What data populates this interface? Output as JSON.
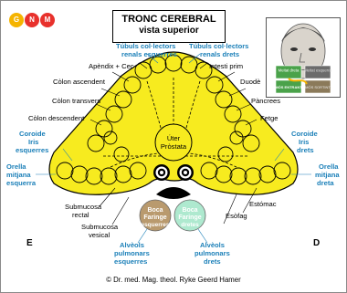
{
  "logo": {
    "letters": [
      "G",
      "N",
      "M"
    ],
    "colors": [
      "#f5b400",
      "#e8312c",
      "#e8312c"
    ]
  },
  "title": {
    "line1": "TRONC CEREBRAL",
    "line2": "vista superior"
  },
  "inset": {
    "labels": {
      "top_left": "Meitat dreta",
      "top_right": "Meitat esquerra",
      "bottom_left": "MÓS ENTRANT",
      "bottom_right": "MÓS SORTINT"
    }
  },
  "colors": {
    "organ_fill": "#f7eb1f",
    "outline": "#000000",
    "blue_label": "#1a7fb8",
    "boca_esquerres": "#b99a6e",
    "boca_dretes": "#aee9cf"
  },
  "labels": {
    "tubuls_left": [
      "Túbuls col·lectors",
      "renals esquerres"
    ],
    "tubuls_right": [
      "Túbuls col·lectors",
      "renals drets"
    ],
    "apendix": "Apèndix + Cec",
    "intesti": "Intesti prim",
    "colon_asc": "Còlon ascendent",
    "duode": "Duodè",
    "colon_trans": "Còlon transvers",
    "pancrees": "Pàncrees",
    "colon_desc": "Còlon descendent",
    "fetge": "Fetge",
    "coroide_left": [
      "Coroide",
      "Iris",
      "esquerres"
    ],
    "coroide_right": [
      "Coroide",
      "Iris",
      "drets"
    ],
    "orella_left": [
      "Orella",
      "mitjana",
      "esquerra"
    ],
    "orella_right": [
      "Orella",
      "mitjana",
      "dreta"
    ],
    "uter": [
      "Úter",
      "Pròstata"
    ],
    "submucosa_rectal": [
      "Submucosa",
      "rectal"
    ],
    "submucosa_vesical": [
      "Submucosa",
      "vesical"
    ],
    "estomac": "Estómac",
    "esofag": "Esòfag",
    "boca_esquerres": [
      "Boca",
      "Faringe",
      "esquerres"
    ],
    "boca_dretes": [
      "Boca",
      "Faringe",
      "dretes"
    ],
    "alveols_left": [
      "Alvèols",
      "pulmonars",
      "esquerres"
    ],
    "alveols_right": [
      "Alvèols",
      "pulmonars",
      "drets"
    ],
    "side_e": "E",
    "side_d": "D"
  },
  "footer": {
    "copyright": "© Dr. med. Mag. theol. Ryke Geerd Hamer"
  }
}
